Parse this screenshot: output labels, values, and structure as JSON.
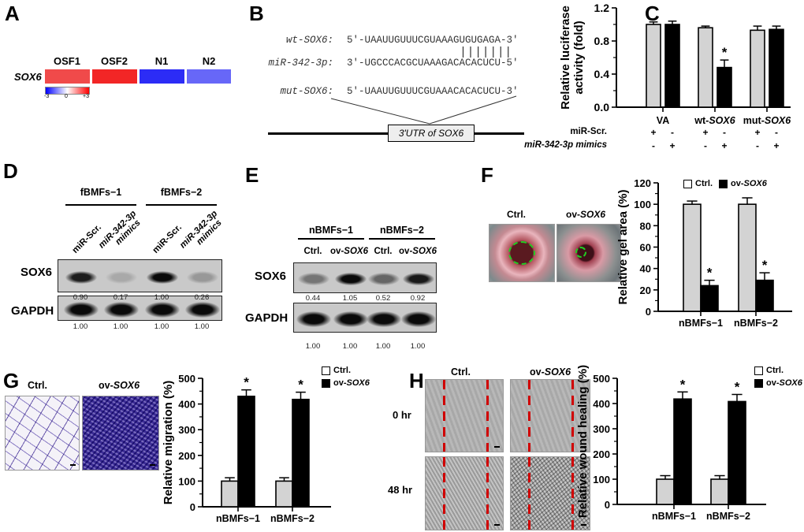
{
  "panels": {
    "a": "A",
    "b": "B",
    "c": "C",
    "d": "D",
    "e": "E",
    "f": "F",
    "g": "G",
    "h": "H"
  },
  "heatmap": {
    "gene": "SOX6",
    "columns": [
      {
        "label": "OSF1",
        "color": "#f04a4a"
      },
      {
        "label": "OSF2",
        "color": "#f22626"
      },
      {
        "label": "N1",
        "color": "#2c2cf6"
      },
      {
        "label": "N2",
        "color": "#6767f8"
      }
    ],
    "scale": {
      "min": "-3",
      "mid": "0",
      "max": "+3",
      "low_color": "#0000ff",
      "high_color": "#ff0000"
    }
  },
  "sequences": {
    "rows": [
      {
        "label": "wt-SOX6:",
        "seq": "5′-UAAUUGUUUCGUAAAGUGUGAGA-3′"
      },
      {
        "label": "miR-342-3p:",
        "seq": "3′-UGCCCACGCUAAAGACACACUCU-5′"
      },
      {
        "label": "mut-SOX6:",
        "seq": "5′-UAAUUGUUUCGUAAACACACUCU-3′"
      }
    ],
    "pairing": "|||||||",
    "utr_label": "3'UTR of SOX6"
  },
  "luciferase_table": {
    "rows": [
      {
        "label": "miR-Scr.",
        "signs": [
          "+",
          "-",
          "+",
          "-",
          "+",
          "-"
        ]
      },
      {
        "label": "miR-342-3p mimics",
        "signs": [
          "-",
          "+",
          "-",
          "+",
          "-",
          "+"
        ]
      }
    ]
  },
  "blot_d": {
    "groups": [
      "fBMFs−1",
      "fBMFs−2"
    ],
    "lanes": [
      {
        "line1": "miR-Scr.",
        "line2": ""
      },
      {
        "line1": "miR-342-3p",
        "line2": "mimics"
      },
      {
        "line1": "miR-Scr.",
        "line2": ""
      },
      {
        "line1": "miR-342-3p",
        "line2": "mimics"
      }
    ],
    "rows": [
      {
        "label": "SOX6",
        "values": [
          "0.90",
          "0.17",
          "1.00",
          "0.26"
        ]
      },
      {
        "label": "GAPDH",
        "values": [
          "1.00",
          "1.00",
          "1.00",
          "1.00"
        ]
      }
    ]
  },
  "blot_e": {
    "groups": [
      "nBMFs−1",
      "nBMFs−2"
    ],
    "lanes": [
      {
        "plain": "Ctrl.",
        "ital": ""
      },
      {
        "plain": "ov-",
        "ital": "SOX6"
      },
      {
        "plain": "Ctrl.",
        "ital": ""
      },
      {
        "plain": "ov-",
        "ital": "SOX6"
      }
    ],
    "rows": [
      {
        "label": "SOX6",
        "values": [
          "0.44",
          "1.05",
          "0.52",
          "0.92"
        ]
      },
      {
        "label": "GAPDH",
        "values": [
          "1.00",
          "1.00",
          "1.00",
          "1.00"
        ]
      }
    ]
  },
  "images": {
    "ctrl": "Ctrl.",
    "ov_plain": "ov-",
    "ov_ital": "SOX6",
    "t0": "0 hr",
    "t48": "48 hr"
  },
  "legend": {
    "ctrl": "Ctrl.",
    "ov_plain": "ov-",
    "ov_ital": "SOX6"
  },
  "colors": {
    "ctrl": "#d3d3d3",
    "ov": "#000000",
    "accent_dash": "#d00000",
    "gel_ring": "#22cc22"
  },
  "chart_data": [
    {
      "id": "C",
      "type": "bar",
      "ylabel": [
        "Relative luciferase",
        "activity (fold)"
      ],
      "ylim": [
        0,
        1.2
      ],
      "yticks": [
        "0.0",
        "0.4",
        "0.8",
        "1.2"
      ],
      "categories": [
        [
          "VA",
          ""
        ],
        [
          "wt-",
          "SOX6"
        ],
        [
          "mut-",
          "SOX6"
        ]
      ],
      "series": [
        {
          "name": "miR-Scr.",
          "values": [
            1.0,
            0.96,
            0.93
          ],
          "errors": [
            0.03,
            0.02,
            0.05
          ]
        },
        {
          "name": "miR-342-3p mimics",
          "values": [
            1.0,
            0.48,
            0.94
          ],
          "errors": [
            0.04,
            0.09,
            0.04
          ]
        }
      ],
      "significance": [
        [
          false,
          false
        ],
        [
          false,
          true
        ],
        [
          false,
          false
        ]
      ],
      "sig_mark": "*"
    },
    {
      "id": "F",
      "type": "bar",
      "ylabel": [
        "Relative gel area (%)"
      ],
      "ylim": [
        0,
        120
      ],
      "yticks": [
        "0",
        "20",
        "40",
        "60",
        "80",
        "100",
        "120"
      ],
      "categories": [
        [
          "nBMFs−1",
          ""
        ],
        [
          "nBMFs−2",
          ""
        ]
      ],
      "series": [
        {
          "name": "Ctrl.",
          "values": [
            100,
            100
          ],
          "errors": [
            3,
            6
          ]
        },
        {
          "name": "ov-SOX6",
          "values": [
            24,
            29
          ],
          "errors": [
            5,
            7
          ]
        }
      ],
      "significance": [
        [
          false,
          true
        ],
        [
          false,
          true
        ]
      ],
      "sig_mark": "*"
    },
    {
      "id": "G",
      "type": "bar",
      "ylabel": [
        "Relative migration (%)"
      ],
      "ylim": [
        0,
        500
      ],
      "yticks": [
        "0",
        "100",
        "200",
        "300",
        "400",
        "500"
      ],
      "categories": [
        [
          "nBMFs−1",
          ""
        ],
        [
          "nBMFs−2",
          ""
        ]
      ],
      "series": [
        {
          "name": "Ctrl.",
          "values": [
            100,
            100
          ],
          "errors": [
            13,
            13
          ]
        },
        {
          "name": "ov-SOX6",
          "values": [
            430,
            418
          ],
          "errors": [
            25,
            28
          ]
        }
      ],
      "significance": [
        [
          false,
          true
        ],
        [
          false,
          true
        ]
      ],
      "sig_mark": "*"
    },
    {
      "id": "H",
      "type": "bar",
      "ylabel": [
        "Relative wound healing (%)"
      ],
      "ylim": [
        0,
        500
      ],
      "yticks": [
        "0",
        "100",
        "200",
        "300",
        "400",
        "500"
      ],
      "categories": [
        [
          "nBMFs−1",
          ""
        ],
        [
          "nBMFs−2",
          ""
        ]
      ],
      "series": [
        {
          "name": "Ctrl.",
          "values": [
            100,
            100
          ],
          "errors": [
            14,
            14
          ]
        },
        {
          "name": "ov-SOX6",
          "values": [
            418,
            408
          ],
          "errors": [
            28,
            28
          ]
        }
      ],
      "significance": [
        [
          false,
          true
        ],
        [
          false,
          true
        ]
      ],
      "sig_mark": "*"
    }
  ]
}
